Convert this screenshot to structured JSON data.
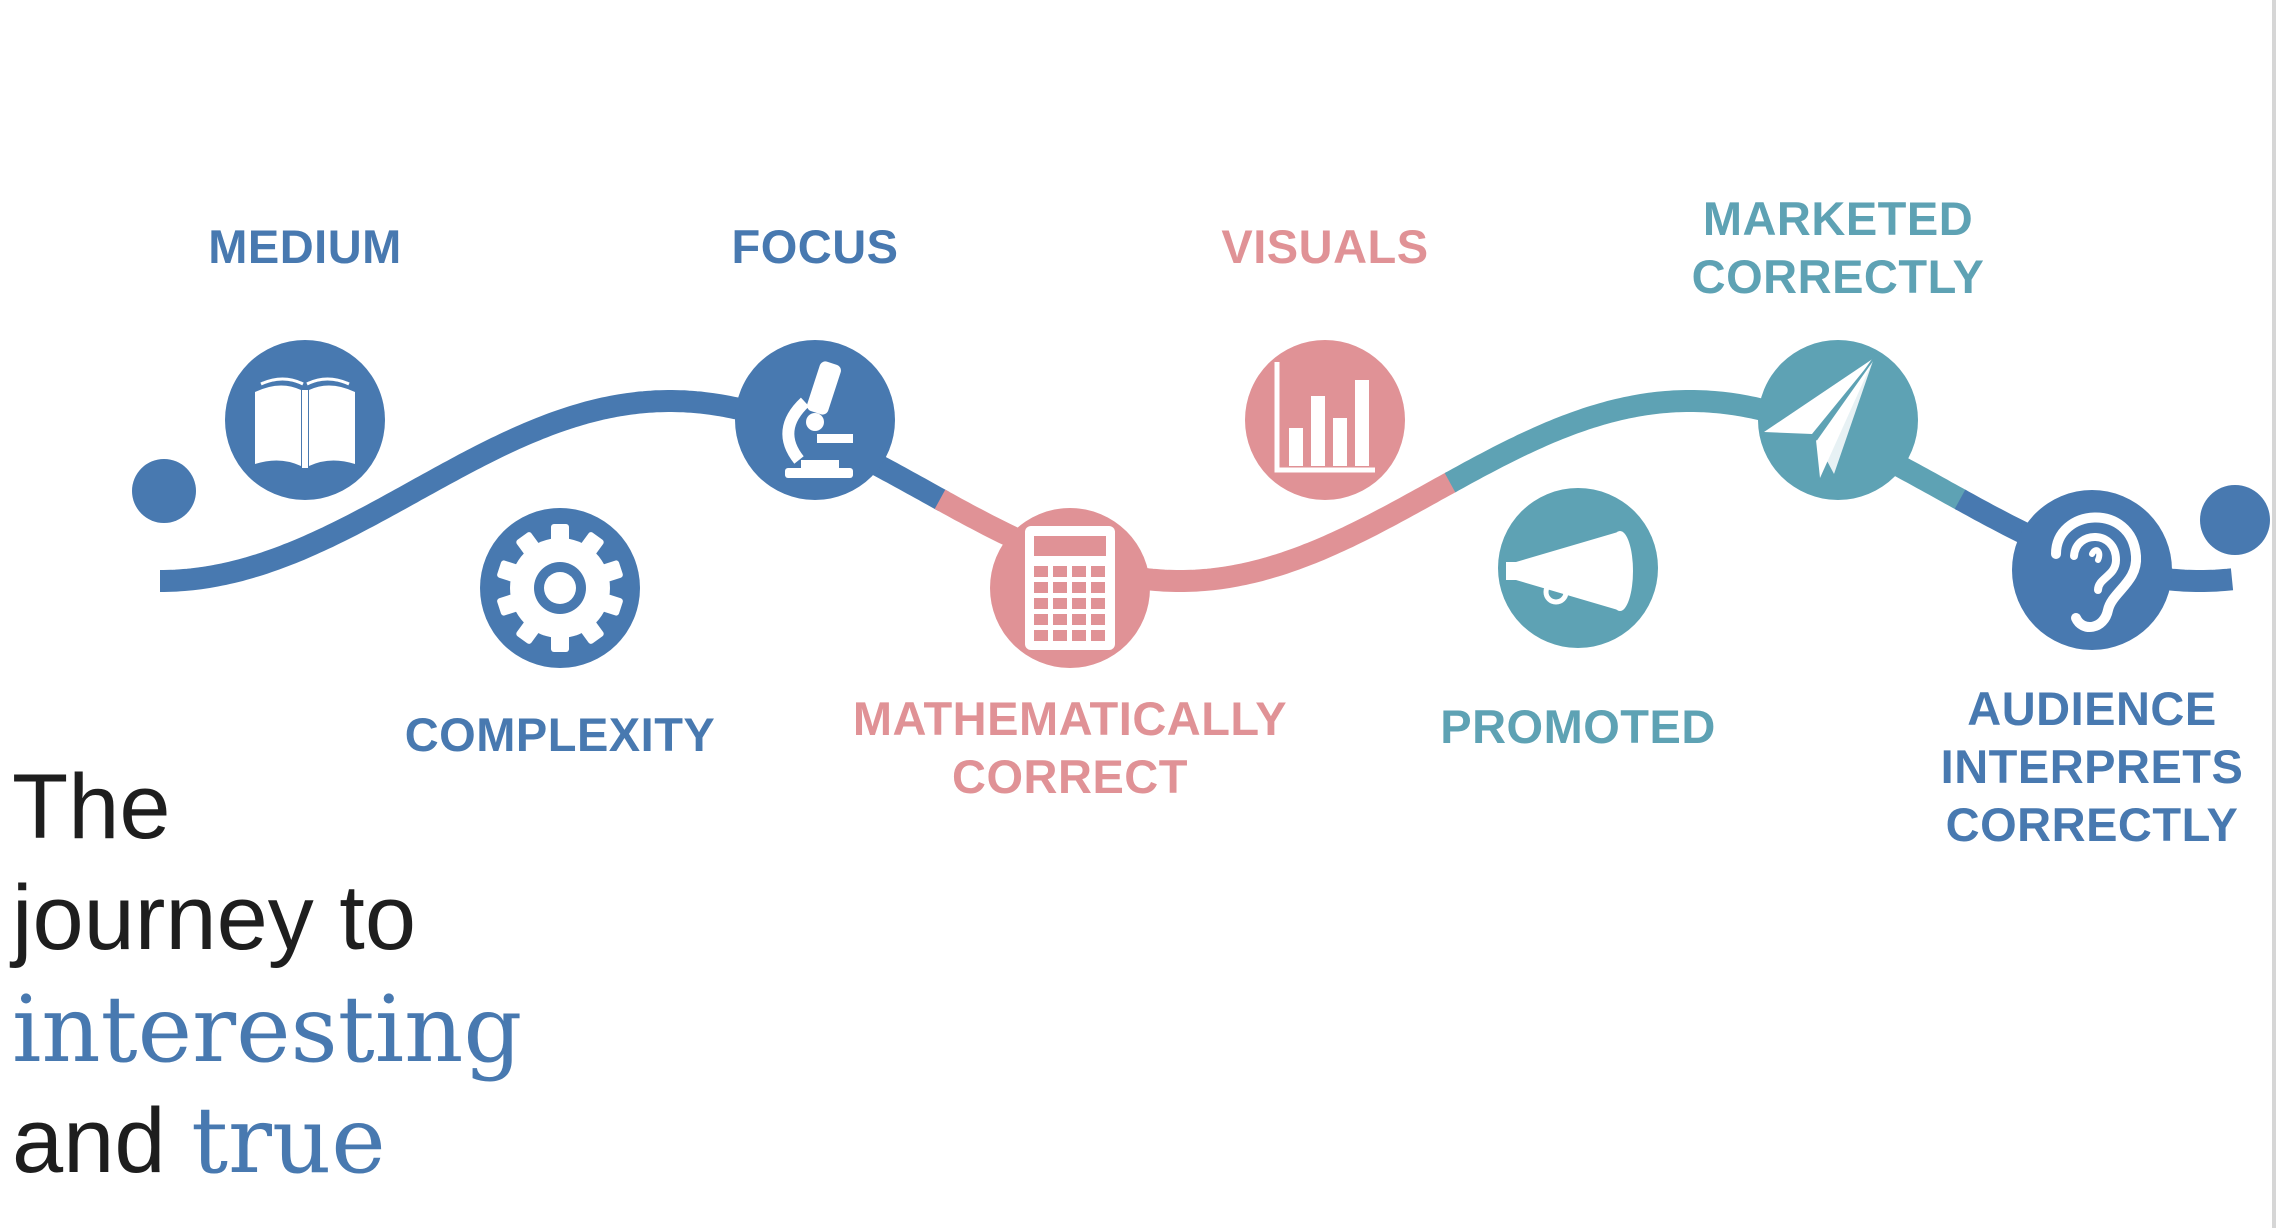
{
  "colors": {
    "blue": "#4879b0",
    "pink": "#e09296",
    "teal": "#5ea2b4",
    "icon": "#ffffff",
    "text": "#1e1e1e"
  },
  "steps": [
    {
      "label": "MEDIUM",
      "lines": [
        "MEDIUM"
      ],
      "icon": "book-icon",
      "color": "#4879b0"
    },
    {
      "label": "COMPLEXITY",
      "lines": [
        "COMPLEXITY"
      ],
      "icon": "gear-icon",
      "color": "#4879b0"
    },
    {
      "label": "FOCUS",
      "lines": [
        "FOCUS"
      ],
      "icon": "microscope-icon",
      "color": "#4879b0"
    },
    {
      "label": "MATHEMATICALLY CORRECT",
      "lines": [
        "MATHEMATICALLY",
        "CORRECT"
      ],
      "icon": "calculator-icon",
      "color": "#e09296"
    },
    {
      "label": "VISUALS",
      "lines": [
        "VISUALS"
      ],
      "icon": "bar-chart-icon",
      "color": "#e09296"
    },
    {
      "label": "PROMOTED",
      "lines": [
        "PROMOTED"
      ],
      "icon": "megaphone-icon",
      "color": "#5ea2b4"
    },
    {
      "label": "MARKETED CORRECTLY",
      "lines": [
        "MARKETED",
        "CORRECTLY"
      ],
      "icon": "paper-plane-icon",
      "color": "#5ea2b4"
    },
    {
      "label": "AUDIENCE INTERPRETS CORRECTLY",
      "lines": [
        "AUDIENCE",
        "INTERPRETS",
        "CORRECTLY"
      ],
      "icon": "ear-icon",
      "color": "#4879b0"
    }
  ],
  "title": {
    "line1": "The",
    "line2": "journey to",
    "line3_accent": "interesting",
    "line4_plain": "and ",
    "line4_accent": "true"
  }
}
